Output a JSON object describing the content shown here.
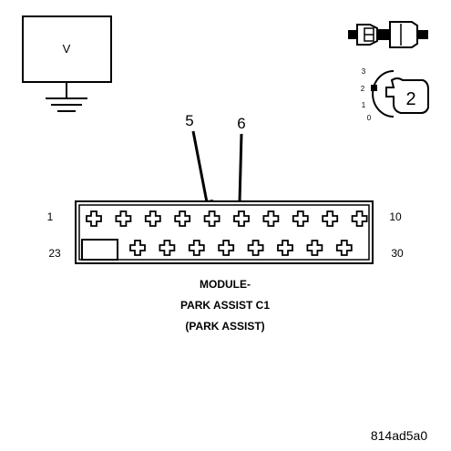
{
  "meter": {
    "label": "V"
  },
  "key_switch": {
    "positions": [
      "3",
      "2",
      "1",
      "0"
    ],
    "key_label": "2"
  },
  "callouts": [
    {
      "label": "5",
      "cavity": 5
    },
    {
      "label": "6",
      "cavity": 6
    }
  ],
  "connector": {
    "top_row": {
      "start_label": "1",
      "end_label": "10",
      "count": 10
    },
    "bottom_row": {
      "start_label": "23",
      "end_label": "30",
      "count": 8
    },
    "title_lines": [
      "MODULE-",
      "PARK ASSIST C1",
      "(PARK ASSIST)"
    ]
  },
  "figure_id": "814ad5a0"
}
